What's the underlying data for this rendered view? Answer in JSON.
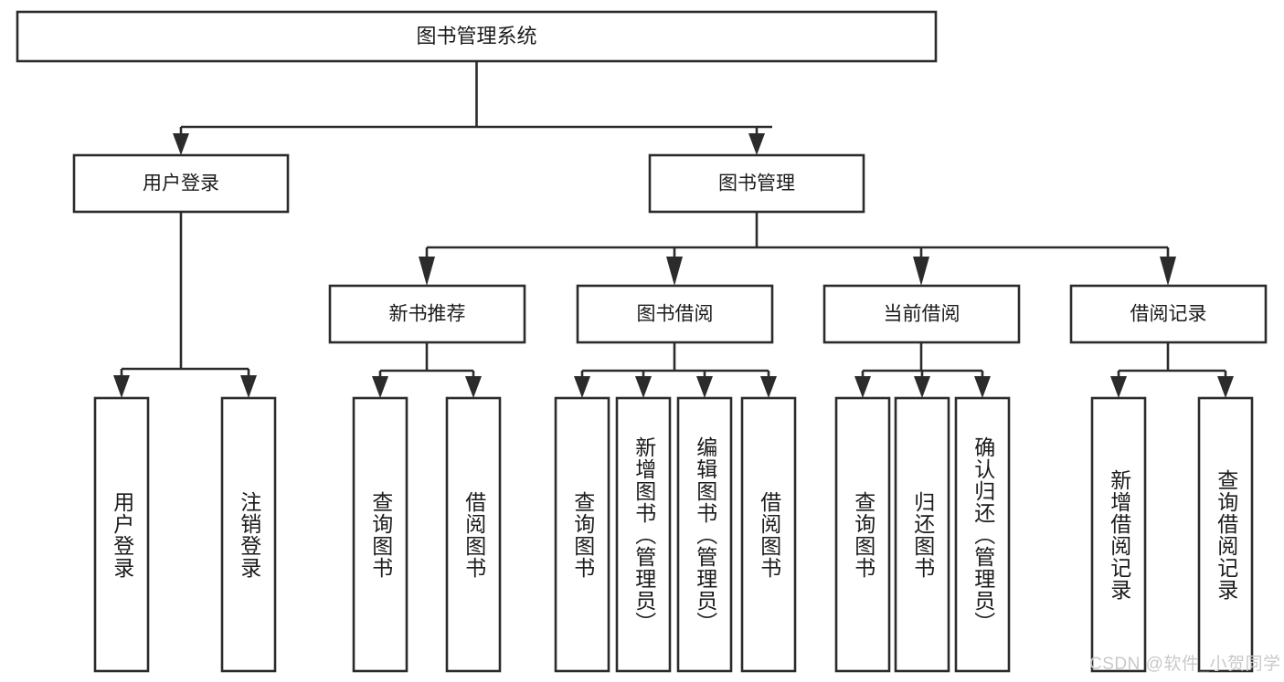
{
  "diagram": {
    "type": "tree",
    "title": "图书管理系统",
    "orientation": "top-down",
    "colors": {
      "box_stroke": "#2b2b2b",
      "box_fill": "#ffffff",
      "connector": "#2b2b2b",
      "text": "#1b1b1b",
      "background": "#ffffff",
      "watermark": "#c9c9c9"
    },
    "nodes": {
      "root": {
        "label": "图书管理系统"
      },
      "level2": [
        {
          "id": "user-login",
          "label": "用户登录"
        },
        {
          "id": "book-manage",
          "label": "图书管理"
        }
      ],
      "level3": [
        {
          "id": "new-book-rec",
          "label": "新书推荐"
        },
        {
          "id": "book-borrow",
          "label": "图书借阅"
        },
        {
          "id": "current-borrow",
          "label": "当前借阅"
        },
        {
          "id": "borrow-record",
          "label": "借阅记录"
        }
      ],
      "leaves": [
        {
          "id": "leaf-user-login",
          "label": "用户登录",
          "parent": "user-login"
        },
        {
          "id": "leaf-logout-login",
          "label": "注销登录",
          "parent": "user-login"
        },
        {
          "id": "leaf-query-book-1",
          "label": "查询图书",
          "parent": "new-book-rec"
        },
        {
          "id": "leaf-borrow-book-1",
          "label": "借阅图书",
          "parent": "new-book-rec"
        },
        {
          "id": "leaf-query-book-2",
          "label": "查询图书",
          "parent": "book-borrow"
        },
        {
          "id": "leaf-add-book",
          "label": "新增图书（管理员）",
          "parent": "book-borrow"
        },
        {
          "id": "leaf-edit-book",
          "label": "编辑图书（管理员）",
          "parent": "book-borrow"
        },
        {
          "id": "leaf-borrow-book-2",
          "label": "借阅图书",
          "parent": "book-borrow"
        },
        {
          "id": "leaf-query-book-3",
          "label": "查询图书",
          "parent": "current-borrow"
        },
        {
          "id": "leaf-return-book",
          "label": "归还图书",
          "parent": "current-borrow"
        },
        {
          "id": "leaf-confirm-return",
          "label": "确认归还（管理员）",
          "parent": "current-borrow"
        },
        {
          "id": "leaf-add-record",
          "label": "新增借阅记录",
          "parent": "borrow-record"
        },
        {
          "id": "leaf-query-record",
          "label": "查询借阅记录",
          "parent": "borrow-record"
        }
      ]
    },
    "watermark": {
      "text": "CSDN @软件_小贺同学"
    }
  }
}
